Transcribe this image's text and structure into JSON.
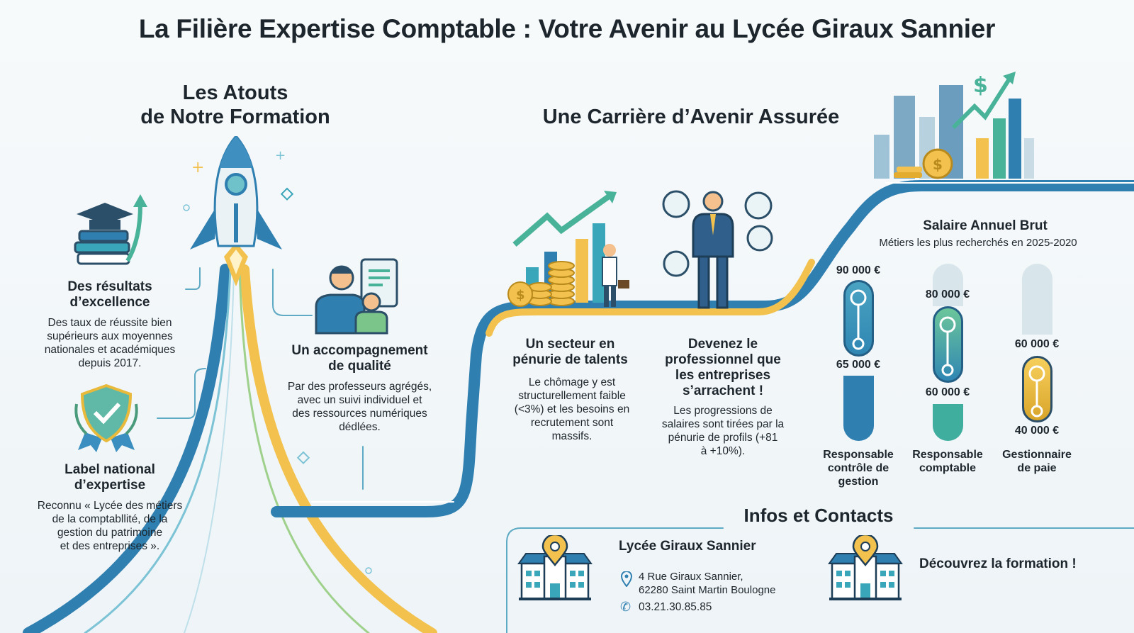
{
  "title": "La Filière Expertise Comptable : Votre Avenir au Lycée Giraux Sannier",
  "left_section": {
    "heading_line1": "Les Atouts",
    "heading_line2": "de Notre Formation",
    "items": [
      {
        "title_line1": "Des résultats",
        "title_line2": "d’excellence",
        "text": [
          "Des taux de réussite bien",
          "supérieurs aux moyennes",
          "nationales et académiques",
          "depuis 2017."
        ]
      },
      {
        "title_line1": "Un accompagnement",
        "title_line2": "de qualité",
        "text": [
          "Par des professeurs agrégés,",
          "avec un suivi individuel et",
          "des ressources numériques",
          "dédlées."
        ]
      },
      {
        "title_line1": "Label national",
        "title_line2": "d’expertise",
        "text": [
          "Reconnu « Lycée des métiers",
          "de la comptabllité, de la",
          "gestion du patrimoine",
          "et des entreprises »."
        ]
      }
    ]
  },
  "career_section": {
    "heading": "Une Carrière d’Avenir Assurée",
    "items": [
      {
        "title": [
          "Un secteur en",
          "pénurie de talents"
        ],
        "text": [
          "Le chômage y est",
          "structurellement faible",
          "(<3%) et les besoins en",
          "recrutement sont",
          "massifs."
        ]
      },
      {
        "title": [
          "Devenez le",
          "professionnel que",
          "les entreprises",
          "s’arrachent !"
        ],
        "text": [
          "Les progressions de",
          "salaires sont tirées par la",
          "pénurie de profils (+81",
          "à +10%)."
        ]
      }
    ]
  },
  "salary": {
    "title": "Salaire Annuel Brut",
    "subtitle": "Métiers les plus recherchés en 2025-2020",
    "jobs": [
      {
        "label": [
          "Responsable",
          "contrôle de",
          "gestion"
        ],
        "max": "90 000 €",
        "min": "65 000 €",
        "color": "#2f86b3"
      },
      {
        "label": [
          "Responsable",
          "comptable"
        ],
        "max": "80 000 €",
        "min": "60 000 €",
        "color": "#49b39a"
      },
      {
        "label": [
          "Gestionnaire",
          "de paie"
        ],
        "max": "60 000 €",
        "min": "40 000 €",
        "color": "#e8b93a"
      }
    ]
  },
  "contacts": {
    "heading": "Infos et Contacts",
    "school_name": "Lycée Giraux Sannier",
    "address_line1": "4 Rue Giraux Sannier,",
    "address_line2": "62280 Saint Martin Boulogne",
    "phone": "03.21.30.85.85",
    "cta": "Découvrez la formation !"
  },
  "icons": [
    "rocket-icon",
    "graduation-books-icon",
    "shield-check-icon",
    "teacher-student-icon",
    "growth-chart-icon",
    "businessman-icon",
    "city-growth-icon",
    "school-location-icon",
    "map-pin-icon",
    "phone-icon"
  ],
  "colors": {
    "blue": "#2f7fb0",
    "teal": "#3aa6b9",
    "yellow": "#f2c14e",
    "text": "#1e262d"
  }
}
